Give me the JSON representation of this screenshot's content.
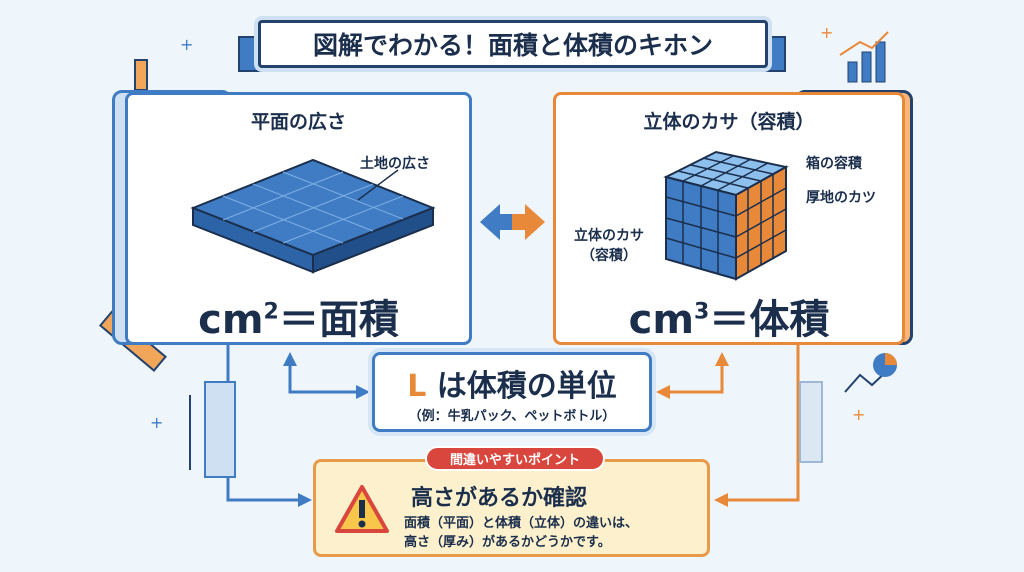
{
  "title": "図解でわかる！面積と体積のキホン",
  "area_panel": {
    "heading": "平面の広さ",
    "label": "土地の広さ",
    "formula_unit": "cm",
    "formula_exp": "2",
    "formula_rest": "＝面積"
  },
  "volume_panel": {
    "heading": "立体のカサ（容積）",
    "label_top": "箱の容積",
    "label_side": "厚地のカツ",
    "label_left_1": "立体のカサ",
    "label_left_2": "（容積）",
    "formula_unit": "cm",
    "formula_exp": "3",
    "formula_rest": "＝体積"
  },
  "liter_box": {
    "letter": "L",
    "title": "は体積の単位",
    "example": "（例：牛乳パック、ペットボトル）"
  },
  "warning": {
    "badge": "間違いやすいポイント",
    "title": "高さがあるか確認",
    "line1": "面積（平面）と体積（立体）の違いは、",
    "line2": "高さ（厚み）があるかどうかです。"
  },
  "colors": {
    "blue": "#3f7cc4",
    "orange": "#e8893a",
    "navy": "#1b2f4d",
    "red": "#d9463d"
  }
}
